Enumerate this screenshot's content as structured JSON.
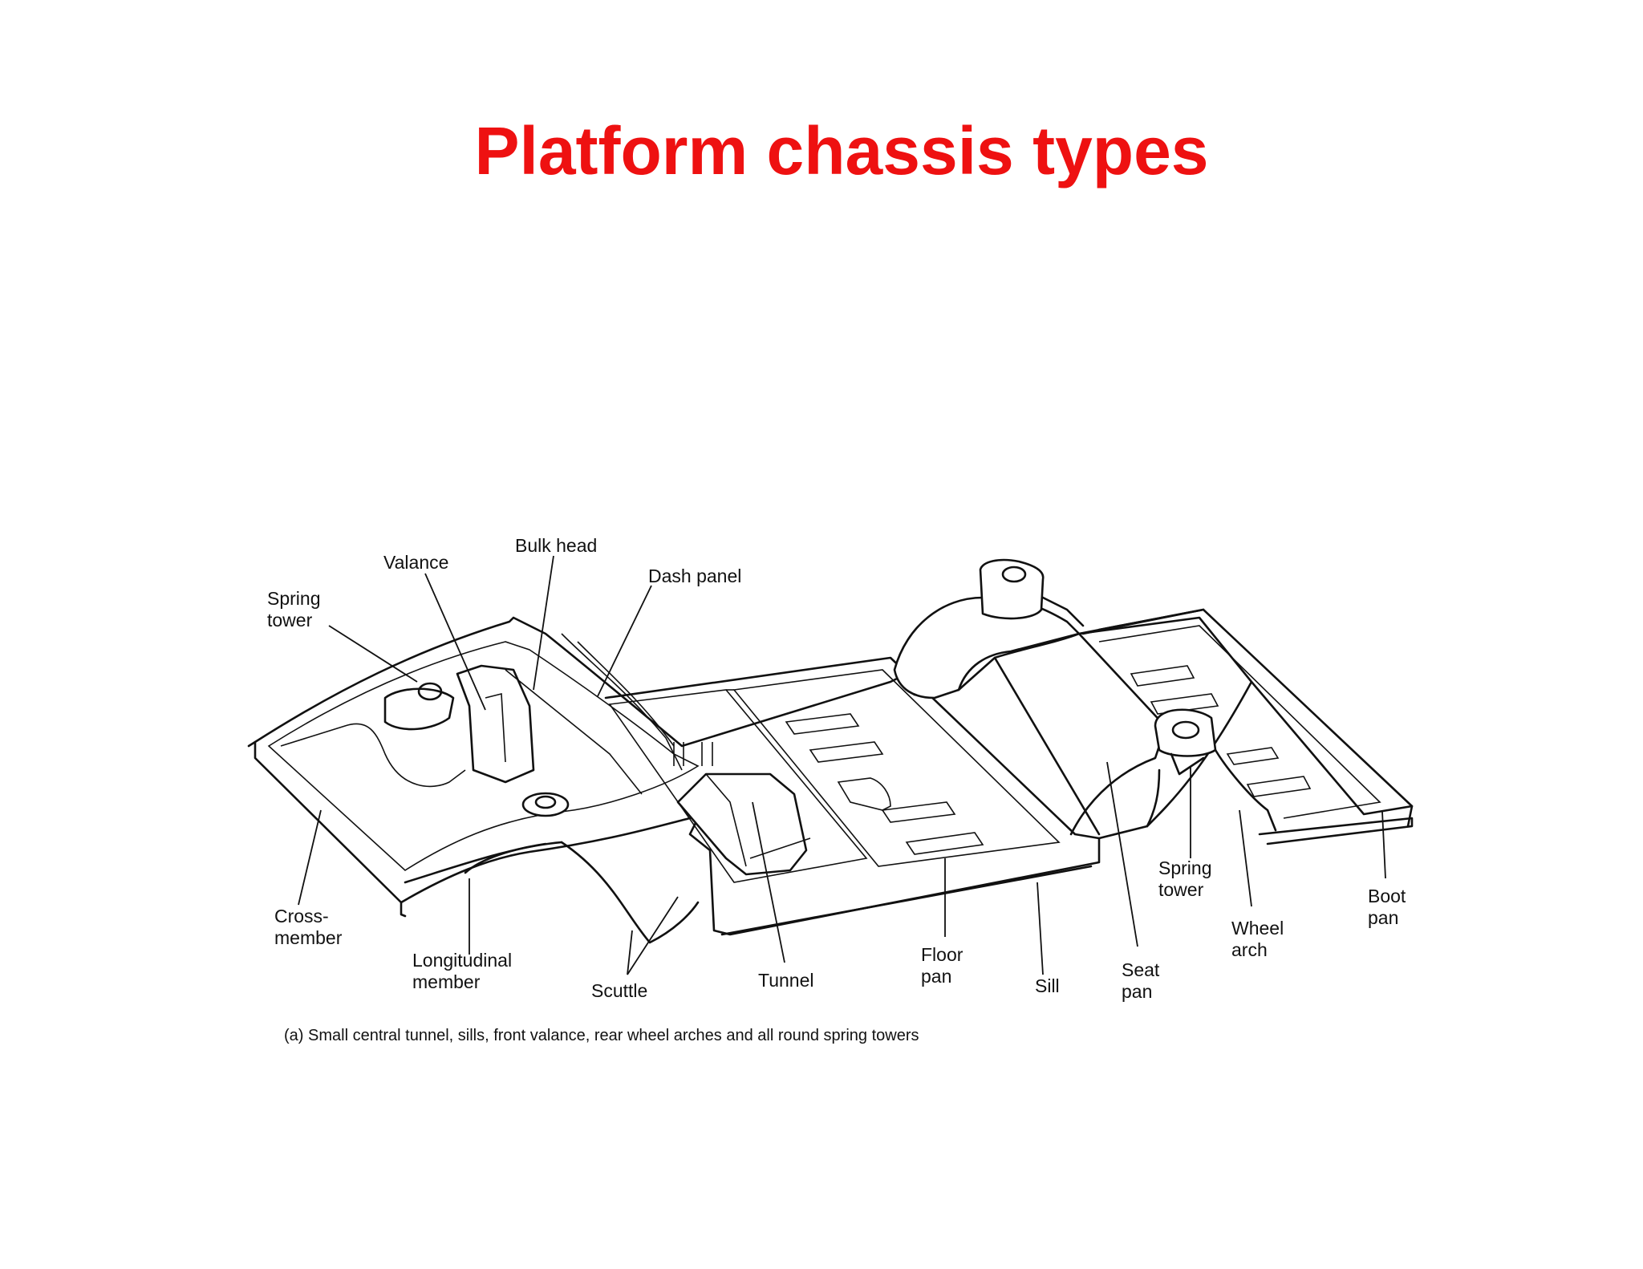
{
  "title": "Platform chassis types",
  "colors": {
    "title": "#ee1111",
    "line": "#111111",
    "background": "#ffffff"
  },
  "labels": {
    "bulk_head": "Bulk head",
    "valance": "Valance",
    "dash_panel": "Dash panel",
    "spring_tower_front_1": "Spring",
    "spring_tower_front_2": "tower",
    "cross_member_1": "Cross-",
    "cross_member_2": "member",
    "longitudinal_member_1": "Longitudinal",
    "longitudinal_member_2": "member",
    "scuttle": "Scuttle",
    "tunnel": "Tunnel",
    "floor_pan_1": "Floor",
    "floor_pan_2": "pan",
    "sill": "Sill",
    "seat_pan_1": "Seat",
    "seat_pan_2": "pan",
    "spring_tower_rear_1": "Spring",
    "spring_tower_rear_2": "tower",
    "wheel_arch_1": "Wheel",
    "wheel_arch_2": "arch",
    "boot_pan_1": "Boot",
    "boot_pan_2": "pan"
  },
  "caption": "(a)  Small central tunnel, sills, front valance, rear wheel arches and all round spring towers"
}
